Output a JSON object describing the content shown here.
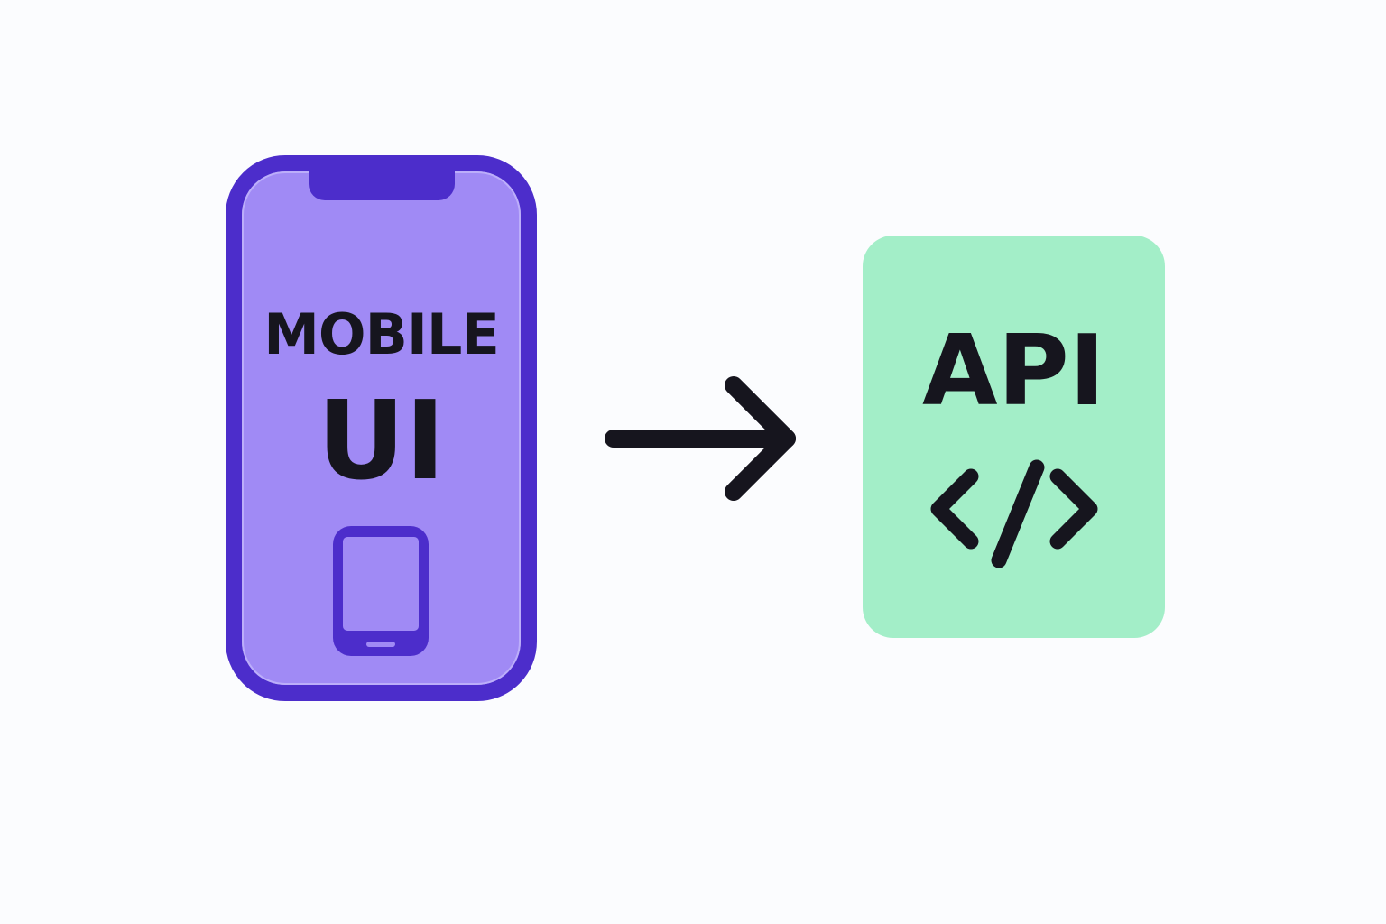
{
  "mobile": {
    "line1": "MOBILE",
    "line2": "UI",
    "icon": "smartphone-icon",
    "colors": {
      "frame": "#4c2dcb",
      "screen": "#a08af5"
    }
  },
  "connector": {
    "icon": "arrow-right-icon",
    "color": "#16151e"
  },
  "api": {
    "label": "API",
    "icon": "code-icon",
    "colors": {
      "card": "#a3eec8"
    }
  },
  "colors": {
    "background": "#fbfcfe",
    "text": "#16151e"
  }
}
